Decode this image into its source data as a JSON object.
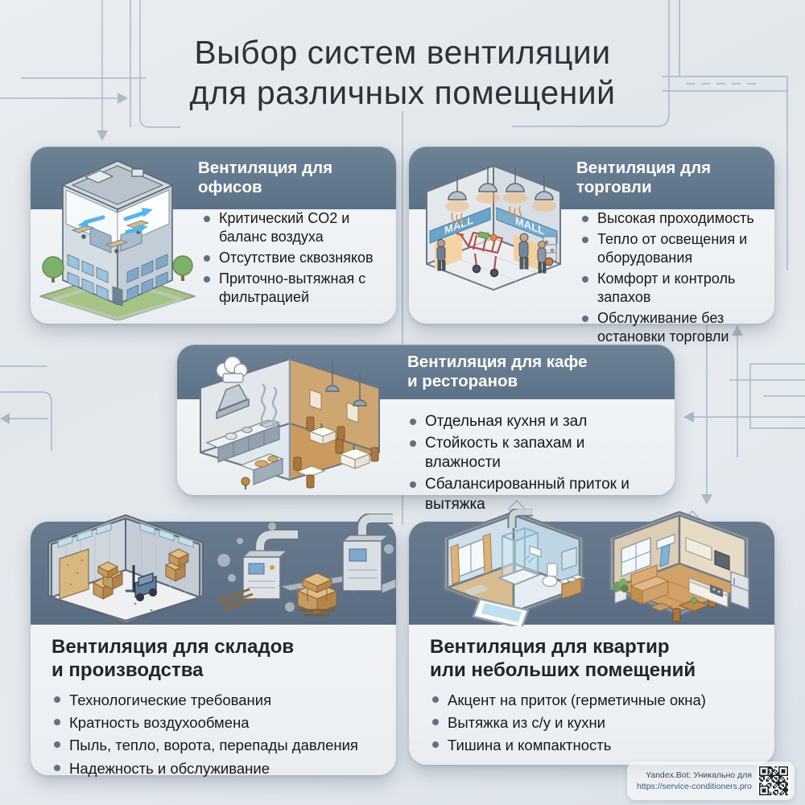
{
  "page": {
    "title_lines": [
      "Выбор систем вентиляции",
      "для различных помещений"
    ]
  },
  "cards": {
    "offices": {
      "title_lines": [
        "Вентиляция для офисов"
      ],
      "bullets": [
        "Критический CO2 и баланс воздуха",
        "Отсутствие сквозняков",
        "Приточно-вытяжная с фильтрацией"
      ],
      "illustration": "office-building-isometric"
    },
    "retail": {
      "title_lines": [
        "Вентиляция для",
        "торговли"
      ],
      "sign_label": "MALL",
      "bullets": [
        "Высокая проходимость",
        "Тепло от освещения и оборудования",
        "Комфорт и контроль запахов",
        "Обслуживание без остановки торговли"
      ],
      "illustration": "mall-interior-isometric"
    },
    "cafe": {
      "title_lines": [
        "Вентиляция для кафе",
        "и ресторанов"
      ],
      "bullets": [
        "Отдельная кухня и зал",
        "Стойкость к запахам и влажности",
        "Сбалансированный приток и вытяжка"
      ],
      "illustration": "kitchen-dining-split-isometric"
    },
    "warehouse": {
      "title_lines": [
        "Вентиляция для складов",
        "и производства"
      ],
      "bullets": [
        "Технологические требования",
        "Кратность воздухообмена",
        "Пыль, тепло, ворота, перепады давления",
        "Надежность и обслуживание"
      ],
      "illustration": "warehouse-production-isometric"
    },
    "apartments": {
      "title_lines": [
        "Вентиляция для квартир",
        "или небольших помещений"
      ],
      "bullets": [
        "Акцент на приток (герметичные окна)",
        "Вытяжка из с/у и кухни",
        "Тишина и компактность"
      ],
      "illustration": "bathroom-living-isometric"
    }
  },
  "watermark": {
    "line1": "Yandex.Bot: Уникально для",
    "line2": "https://service-conditioners.pro"
  },
  "colors": {
    "background": "#e3e8ee",
    "header_band": "#64798e",
    "bottom_band": "#5e7187",
    "card_body": "#f2f4f6",
    "title_text": "#2c3237",
    "body_text": "#15191d",
    "accent_airflow": "#54b6e8",
    "schematic_line": "#8093a6",
    "mall_sign": "#6aa3c8"
  }
}
